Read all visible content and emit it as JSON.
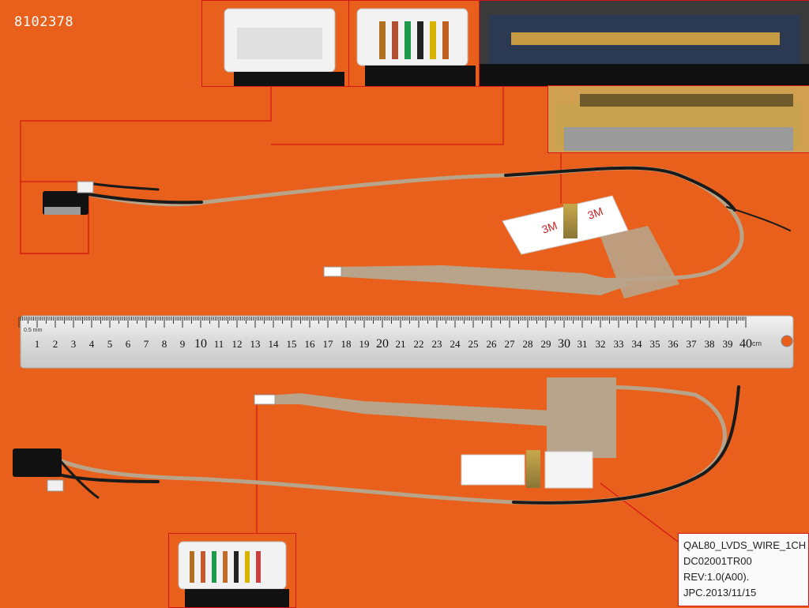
{
  "product_code": "8102378",
  "label": {
    "line1": "QAL80_LVDS_WIRE_1CH",
    "line2": "DC02001TR00",
    "line3": "REV:1.0(A00).",
    "line4": "JPC.2013/11/15"
  },
  "ruler": {
    "numbers": [
      "1",
      "2",
      "3",
      "4",
      "5",
      "6",
      "7",
      "8",
      "9",
      "10",
      "11",
      "12",
      "13",
      "14",
      "15",
      "16",
      "17",
      "18",
      "19",
      "20",
      "21",
      "22",
      "23",
      "24",
      "25",
      "26",
      "27",
      "28",
      "29",
      "30",
      "31",
      "32",
      "33",
      "34",
      "35",
      "36",
      "37",
      "38",
      "39",
      "40"
    ],
    "unit": "cm",
    "start_mark": "0.5 mm"
  },
  "tape_text": "3M",
  "colors": {
    "background": "#e8601c",
    "callout": "#d31616",
    "cable_beige": "#b8a48a",
    "cable_black": "#1a1a1a",
    "ruler": "#dcdcdc"
  }
}
